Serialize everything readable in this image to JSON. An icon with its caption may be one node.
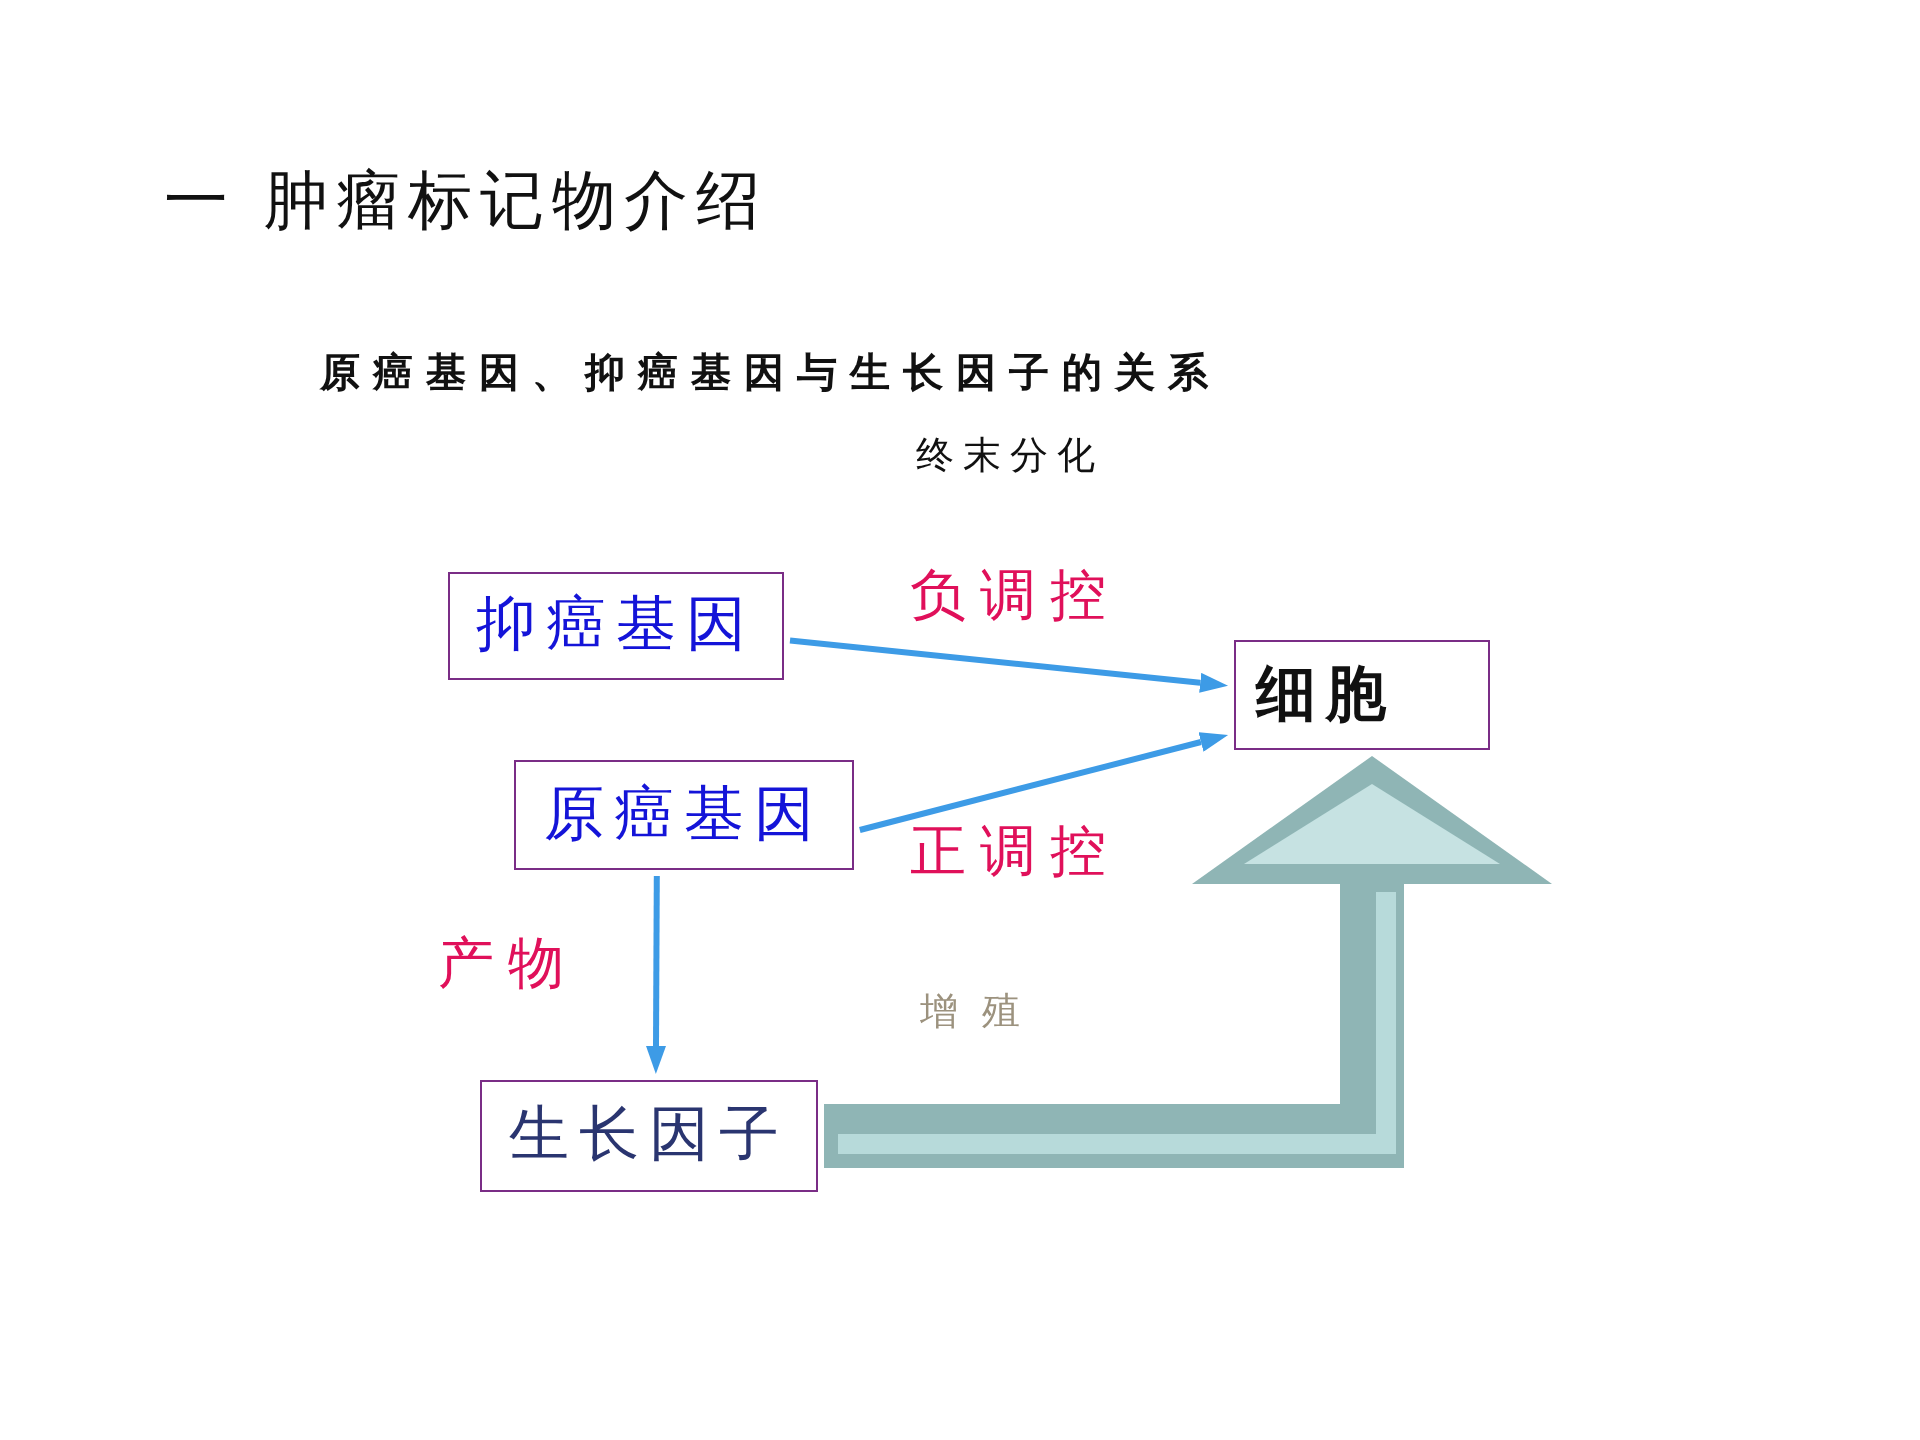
{
  "diagram": {
    "title": "一 肿瘤标记物介绍",
    "nodes": [
      {
        "text": [
          "抑癌基因"
        ]
      },
      {
        "text": [
          "细胞"
        ]
      },
      {
        "text": [
          "原癌基因"
        ]
      },
      {
        "text": [
          "生长因子"
        ]
      }
    ],
    "edges": [
      {
        "from": 0,
        "to": 1,
        "arrow": "to",
        "label": "负调控"
      },
      {
        "from": 2,
        "to": 1,
        "arrow": "to",
        "label": "正调控"
      },
      {
        "from": 2,
        "to": 3,
        "arrow": "to",
        "label": "产物"
      },
      {
        "from": 3,
        "to": 1,
        "arrow": "to",
        "label": "增殖",
        "style": "thick",
        "color": "#8fb5b5"
      }
    ],
    "labels": [
      "原癌基因、抑癌基因与生长因子的关系",
      "终末分化"
    ]
  }
}
